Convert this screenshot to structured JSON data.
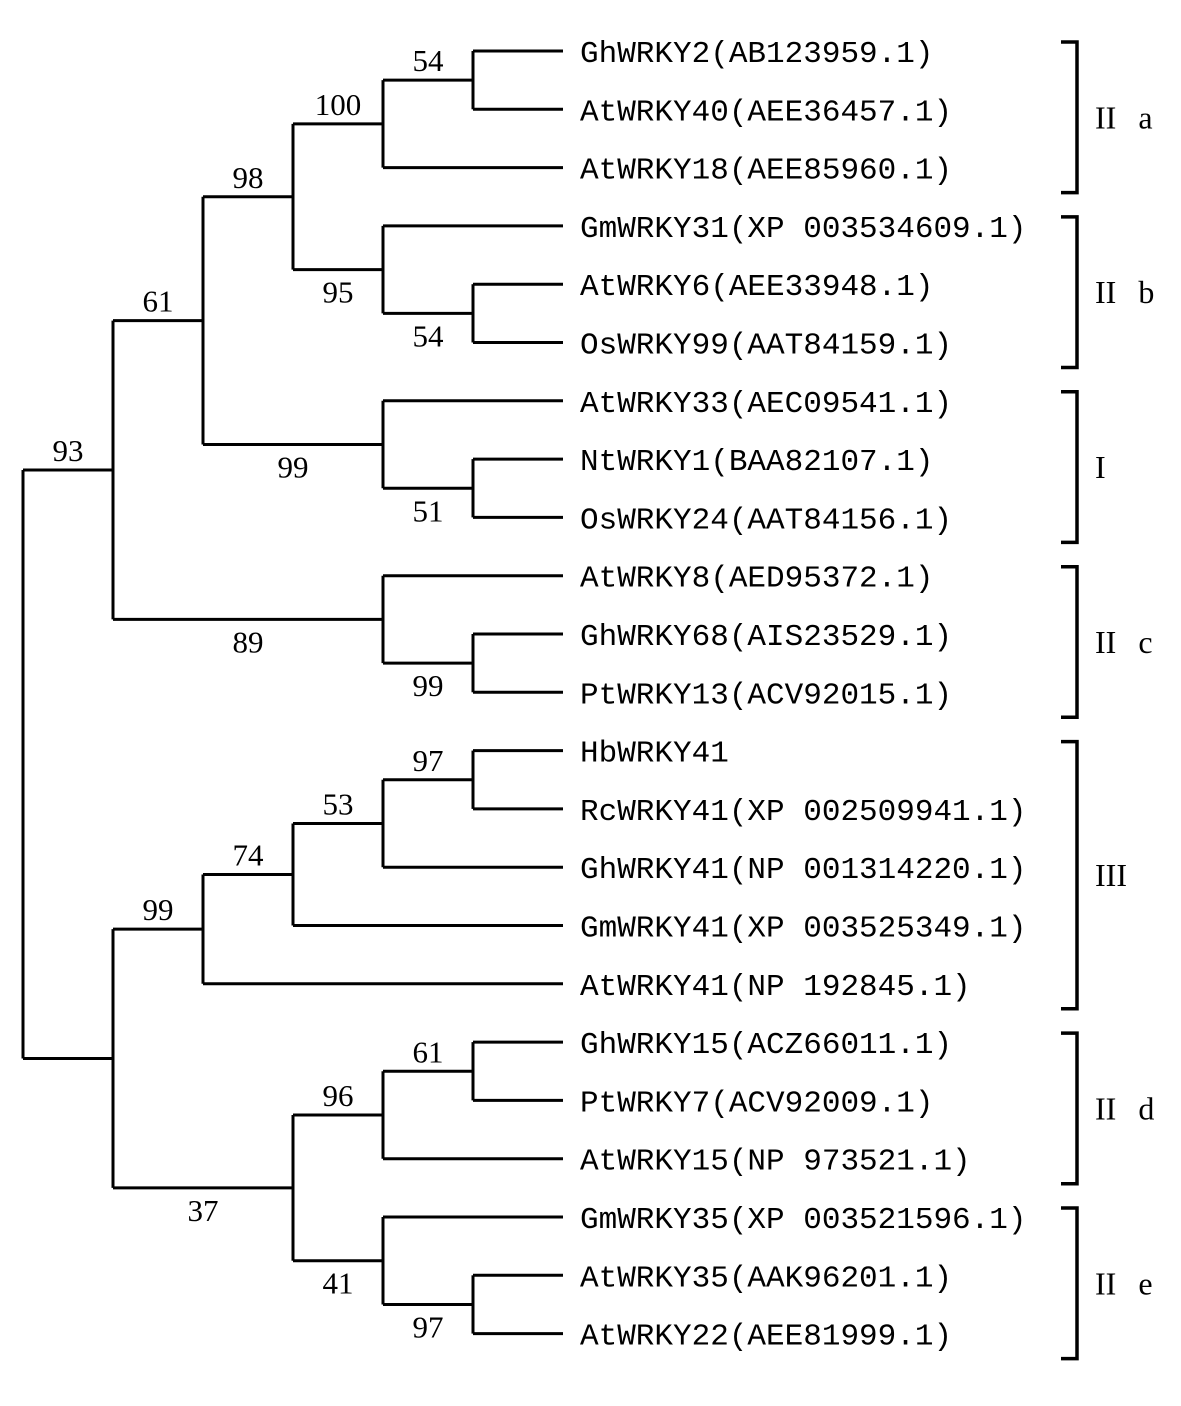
{
  "chart_data": {
    "type": "phylogenetic-tree",
    "title": "",
    "leaves": [
      "GhWRKY2(AB123959.1)",
      "AtWRKY40(AEE36457.1)",
      "AtWRKY18(AEE85960.1)",
      "GmWRKY31(XP 003534609.1)",
      "AtWRKY6(AEE33948.1)",
      "OsWRKY99(AAT84159.1)",
      "AtWRKY33(AEC09541.1)",
      "NtWRKY1(BAA82107.1)",
      "OsWRKY24(AAT84156.1)",
      "AtWRKY8(AED95372.1)",
      "GhWRKY68(AIS23529.1)",
      "PtWRKY13(ACV92015.1)",
      "HbWRKY41",
      "RcWRKY41(XP 002509941.1)",
      "GhWRKY41(NP 001314220.1)",
      "GmWRKY41(XP 003525349.1)",
      "AtWRKY41(NP 192845.1)",
      "GhWRKY15(ACZ66011.1)",
      "PtWRKY7(ACV92009.1)",
      "AtWRKY15(NP 973521.1)",
      "GmWRKY35(XP 003521596.1)",
      "AtWRKY35(AAK96201.1)",
      "AtWRKY22(AEE81999.1)"
    ],
    "tree": {
      "children": [
        {
          "bootstrap": "93",
          "pos": "above",
          "children": [
            {
              "bootstrap": "61",
              "pos": "above",
              "children": [
                {
                  "bootstrap": "98",
                  "pos": "above",
                  "children": [
                    {
                      "bootstrap": "100",
                      "pos": "above",
                      "children": [
                        {
                          "bootstrap": "54",
                          "pos": "above",
                          "children": [
                            {
                              "leaf": 0
                            },
                            {
                              "leaf": 1
                            }
                          ]
                        },
                        {
                          "leaf": 2
                        }
                      ]
                    },
                    {
                      "bootstrap": "95",
                      "pos": "below",
                      "children": [
                        {
                          "leaf": 3
                        },
                        {
                          "bootstrap": "54",
                          "pos": "below",
                          "children": [
                            {
                              "leaf": 4
                            },
                            {
                              "leaf": 5
                            }
                          ]
                        }
                      ]
                    }
                  ]
                },
                {
                  "bootstrap": "99",
                  "pos": "below",
                  "children": [
                    {
                      "leaf": 6
                    },
                    {
                      "bootstrap": "51",
                      "pos": "below",
                      "children": [
                        {
                          "leaf": 7
                        },
                        {
                          "leaf": 8
                        }
                      ]
                    }
                  ]
                }
              ]
            },
            {
              "bootstrap": "89",
              "pos": "below",
              "children": [
                {
                  "leaf": 9
                },
                {
                  "bootstrap": "99",
                  "pos": "below",
                  "children": [
                    {
                      "leaf": 10
                    },
                    {
                      "leaf": 11
                    }
                  ]
                }
              ]
            }
          ]
        },
        {
          "children": [
            {
              "bootstrap": "99",
              "pos": "above",
              "children": [
                {
                  "bootstrap": "74",
                  "pos": "above",
                  "children": [
                    {
                      "bootstrap": "53",
                      "pos": "above",
                      "children": [
                        {
                          "bootstrap": "97",
                          "pos": "above",
                          "children": [
                            {
                              "leaf": 12
                            },
                            {
                              "leaf": 13
                            }
                          ]
                        },
                        {
                          "leaf": 14
                        }
                      ]
                    },
                    {
                      "leaf": 15
                    }
                  ]
                },
                {
                  "leaf": 16
                }
              ]
            },
            {
              "bootstrap": "37",
              "pos": "below",
              "children": [
                {
                  "bootstrap": "96",
                  "pos": "above",
                  "children": [
                    {
                      "bootstrap": "61",
                      "pos": "above",
                      "children": [
                        {
                          "leaf": 17
                        },
                        {
                          "leaf": 18
                        }
                      ]
                    },
                    {
                      "leaf": 19
                    }
                  ]
                },
                {
                  "bootstrap": "41",
                  "pos": "below",
                  "children": [
                    {
                      "leaf": 20
                    },
                    {
                      "bootstrap": "97",
                      "pos": "below",
                      "children": [
                        {
                          "leaf": 21
                        },
                        {
                          "leaf": 22
                        }
                      ]
                    }
                  ]
                }
              ]
            }
          ]
        }
      ]
    },
    "clades": [
      {
        "label": "II a",
        "first": 0,
        "last": 2
      },
      {
        "label": "II b",
        "first": 3,
        "last": 5
      },
      {
        "label": "I",
        "first": 6,
        "last": 8
      },
      {
        "label": "II c",
        "first": 9,
        "last": 11
      },
      {
        "label": "III",
        "first": 12,
        "last": 16
      },
      {
        "label": "II d",
        "first": 17,
        "last": 19
      },
      {
        "label": "II e",
        "first": 20,
        "last": 22
      }
    ]
  }
}
